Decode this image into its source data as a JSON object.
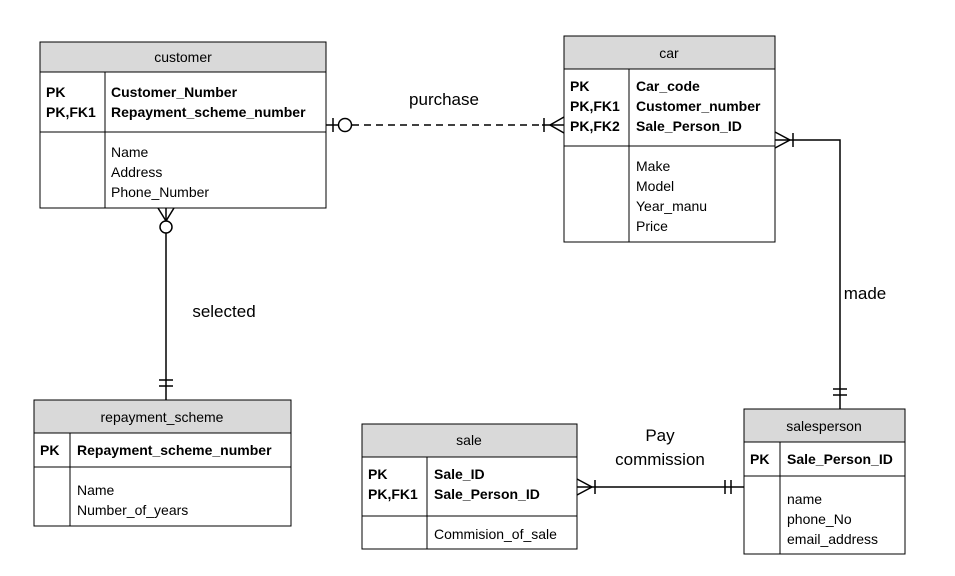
{
  "entities": {
    "customer": {
      "name": "customer",
      "keys": [
        {
          "tag": "PK",
          "field": "Customer_Number"
        },
        {
          "tag": "PK,FK1",
          "field": "Repayment_scheme_number"
        }
      ],
      "attributes": [
        "Name",
        "Address",
        "Phone_Number"
      ]
    },
    "car": {
      "name": "car",
      "keys": [
        {
          "tag": "PK",
          "field": "Car_code"
        },
        {
          "tag": "PK,FK1",
          "field": "Customer_number"
        },
        {
          "tag": "PK,FK2",
          "field": "Sale_Person_ID"
        }
      ],
      "attributes": [
        "Make",
        "Model",
        "Year_manu",
        "Price"
      ]
    },
    "repayment_scheme": {
      "name": "repayment_scheme",
      "keys": [
        {
          "tag": "PK",
          "field": "Repayment_scheme_number"
        }
      ],
      "attributes": [
        "Name",
        "Number_of_years"
      ]
    },
    "sale": {
      "name": "sale",
      "keys": [
        {
          "tag": "PK",
          "field": "Sale_ID"
        },
        {
          "tag": "PK,FK1",
          "field": "Sale_Person_ID"
        }
      ],
      "attributes": [
        "Commision_of_sale"
      ]
    },
    "salesperson": {
      "name": "salesperson",
      "keys": [
        {
          "tag": "PK",
          "field": "Sale_Person_ID"
        }
      ],
      "attributes": [
        "name",
        "phone_No",
        "email_address"
      ]
    }
  },
  "relationships": {
    "purchase": "purchase",
    "selected": "selected",
    "made": "made",
    "pay_line1": "Pay",
    "pay_line2": "commission"
  },
  "colors": {
    "header_fill": "#d9d9d9",
    "line": "#000000"
  }
}
